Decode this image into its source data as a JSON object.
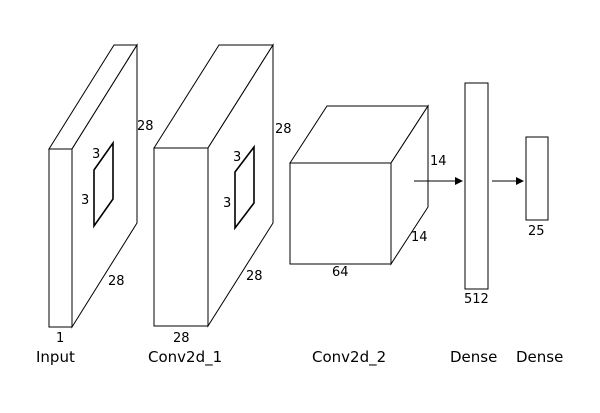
{
  "layers": [
    {
      "name": "Input",
      "width": "1",
      "height": "28",
      "depth": "28",
      "kernel_w": "3",
      "kernel_h": "3"
    },
    {
      "name": "Conv2d_1",
      "width": "28",
      "height": "28",
      "depth": "28",
      "kernel_w": "3",
      "kernel_h": "3"
    },
    {
      "name": "Conv2d_2",
      "width": "64",
      "height": "14",
      "depth": "14"
    },
    {
      "name": "Dense",
      "size": "512"
    },
    {
      "name": "Dense",
      "size": "25"
    }
  ]
}
